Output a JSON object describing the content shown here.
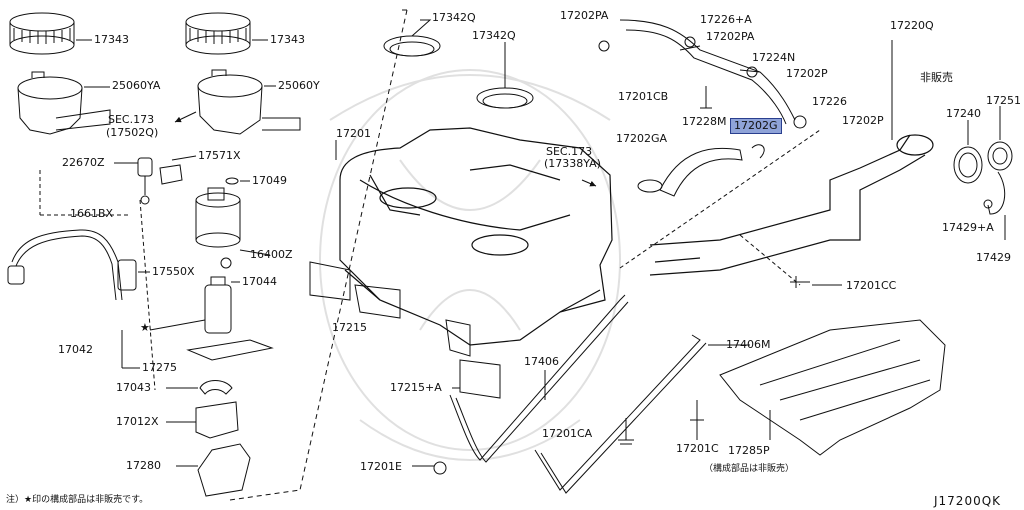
{
  "diagram_code": "J17200QK",
  "footnote": "注）★印の構成部品は非販売です。",
  "note_not_sold": "非販売",
  "note_component_not_sold": "（構成部品は非販売）",
  "star": "★",
  "parts": {
    "p17343_a": "17343",
    "p17343_b": "17343",
    "p17342Q_a": "17342Q",
    "p17342Q_b": "17342Q",
    "p25060YA": "25060YA",
    "p25060Y": "25060Y",
    "sec173_17502Q_line1": "SEC.173",
    "sec173_17502Q_line2": "(17502Q)",
    "p22670Z": "22670Z",
    "p17571X": "17571X",
    "p17049": "17049",
    "p1661BX": "1661BX",
    "p16400Z": "16400Z",
    "p17550X": "17550X",
    "p17044": "17044",
    "p17042": "17042",
    "p17275": "17275",
    "p17043": "17043",
    "p17012X": "17012X",
    "p17280": "17280",
    "p17201": "17201",
    "sec173_17338YA_line1": "SEC.173",
    "sec173_17338YA_line2": "(17338YA)",
    "p17215": "17215",
    "p17215A": "17215+A",
    "p17406": "17406",
    "p17201E": "17201E",
    "p17201CA": "17201CA",
    "p17201C": "17201C",
    "p17406M": "17406M",
    "p17285P": "17285P",
    "p17202PA_a": "17202PA",
    "p17226A": "17226+A",
    "p17202PA_b": "17202PA",
    "p17224N": "17224N",
    "p17202P_a": "17202P",
    "p17201CB": "17201CB",
    "p17226": "17226",
    "p17202P_b": "17202P",
    "p17228M": "17228M",
    "p17202G": "17202G",
    "p17202GA": "17202GA",
    "p17220Q": "17220Q",
    "p17240": "17240",
    "p17251": "17251",
    "p17429A": "17429+A",
    "p17429": "17429",
    "p17201CC": "17201CC"
  },
  "colors": {
    "highlight_fill": "#8fa3d8",
    "highlight_border": "#2a3f8f",
    "line": "#111111",
    "watermark": "#d9d9d9"
  }
}
